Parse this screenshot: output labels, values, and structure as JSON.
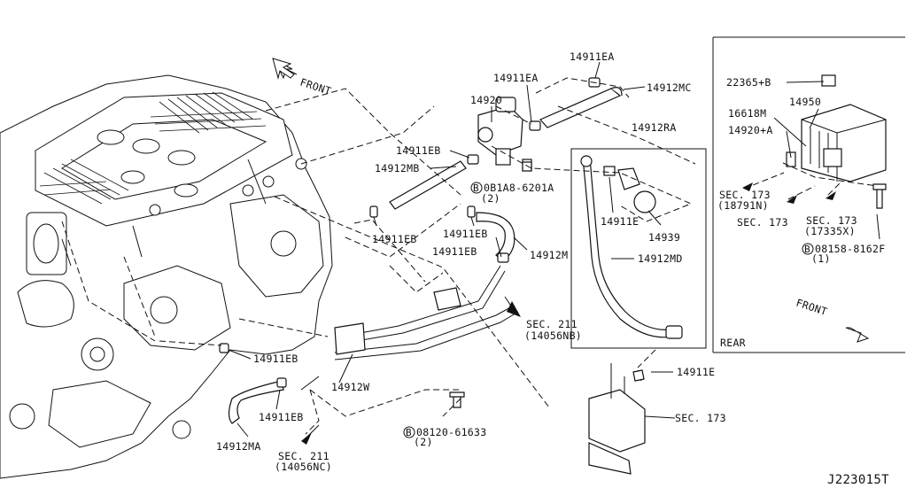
{
  "diagram": {
    "code": "J223015T",
    "direction": {
      "front_main": "FRONT",
      "front_rear": "FRONT",
      "rear": "REAR"
    },
    "parts": {
      "p_14911EA_top": "14911EA",
      "p_14911EA_mid": "14911EA",
      "p_14912MC": "14912MC",
      "p_14920": "14920",
      "p_14911EB_a": "14911EB",
      "p_14912MB": "14912MB",
      "p_0B1A8_6201A": "0B1A8-6201A",
      "p_qty_2a": "(2)",
      "p_14912RA": "14912RA",
      "p_14911EB_b": "14911EB",
      "p_14911EB_c": "14911EB",
      "p_14911EB_d": "14911EB",
      "p_14912M": "14912M",
      "p_14911E_a": "14911E",
      "p_14939": "14939",
      "p_14912MD": "14912MD",
      "p_sec211_a": "SEC. 211",
      "p_14056NB": "(14056NB)",
      "p_14911EB_e": "14911EB",
      "p_14912W": "14912W",
      "p_14911E_b": "14911E",
      "p_14911EB_f": "14911EB",
      "p_08120_61633": "08120-61633",
      "p_qty_2b": "(2)",
      "p_sec173_main": "SEC. 173",
      "p_14912MA": "14912MA",
      "p_sec211_b": "SEC. 211",
      "p_14056NC": "(14056NC)",
      "p_22365B": "22365+B",
      "p_14950": "14950",
      "p_16618M": "16618M",
      "p_14920A": "14920+A",
      "p_sec173_r1": "SEC. 173",
      "p_18791N": "(18791N)",
      "p_sec173_r2": "SEC. 173",
      "p_sec173_r3": "SEC. 173",
      "p_17335X": "(17335X)",
      "p_08158_8162F": "08158-8162F",
      "p_qty_1": "(1)",
      "bolt_B": "B"
    }
  }
}
